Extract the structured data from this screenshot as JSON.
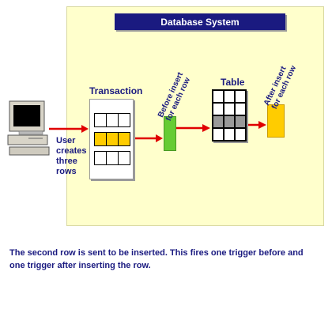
{
  "diagram": {
    "title": "Database System",
    "transaction_label": "Transaction",
    "table_label": "Table",
    "user_text": [
      "User",
      "creates",
      "three",
      "rows"
    ],
    "before_trigger_label": [
      "Before insert",
      "for each row"
    ],
    "after_trigger_label": [
      "After insert",
      "for each row"
    ],
    "colors": {
      "panel": "#ffffcc",
      "title_bar": "#1a1a80",
      "arrow": "#e00000",
      "highlight_row": "#ffcc00",
      "before_trigger": "#66cc33",
      "after_trigger": "#ffcc00",
      "inserted_row": "#999999"
    },
    "icons": {
      "user": "computer-icon"
    }
  },
  "caption": "The second row is sent to be inserted. This fires one trigger before and one trigger after inserting the row."
}
